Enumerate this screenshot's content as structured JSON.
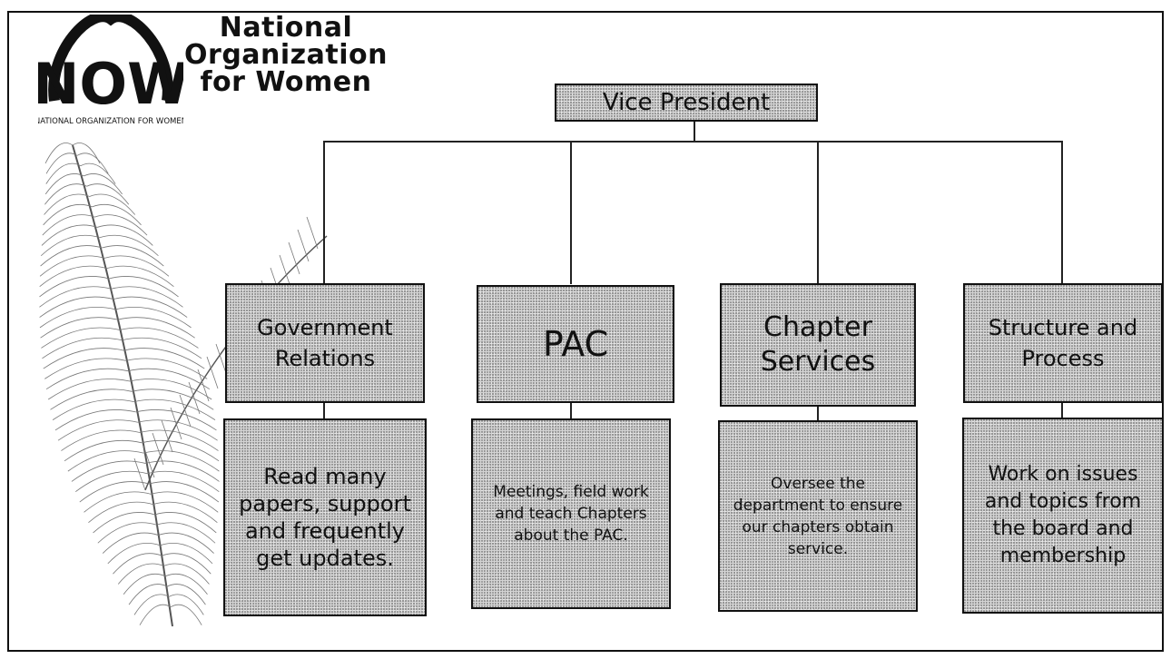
{
  "logo": {
    "mark_letters": "NOW",
    "mark_subtext": "NATIONAL ORGANIZATION FOR WOMEN",
    "title_lines": [
      "National",
      "Organization",
      "for Women"
    ]
  },
  "root": {
    "label": "Vice President"
  },
  "departments": [
    {
      "label": "Government Relations",
      "description": "Read many papers, support and frequently get updates."
    },
    {
      "label": "PAC",
      "description": "Meetings, field work and teach Chapters about the PAC."
    },
    {
      "label": "Chapter Services",
      "description": "Oversee the department to ensure our chapters obtain service."
    },
    {
      "label": "Structure and Process",
      "description": "Work on issues and topics from the board and membership"
    }
  ],
  "colors": {
    "box_fill": "#d3d3d3",
    "border": "#111111",
    "line": "#222222"
  }
}
